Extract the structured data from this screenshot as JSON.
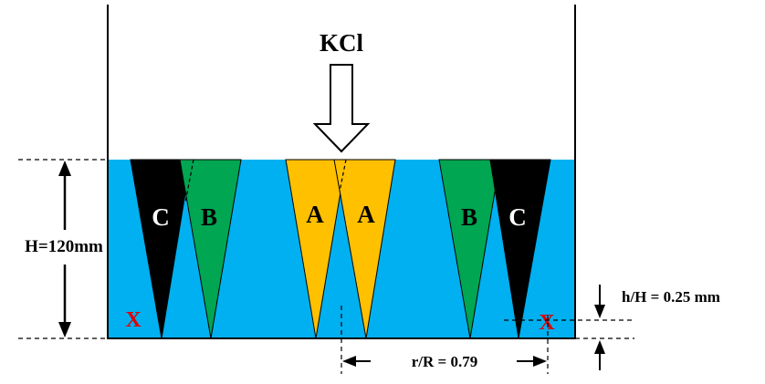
{
  "inlet_label": "KCl",
  "height_label": "H=120mm",
  "ratio_h_label": "h/H = 0.25 mm",
  "ratio_r_label": "r/R = 0.79",
  "probe_marker": "X",
  "zones": {
    "a": "A",
    "b": "B",
    "c": "C"
  },
  "colors": {
    "liquid": "#00b0f0",
    "zone_a": "#ffc000",
    "zone_b": "#00a651",
    "zone_c": "#000000",
    "marker": "#e00000",
    "line": "#000000"
  }
}
